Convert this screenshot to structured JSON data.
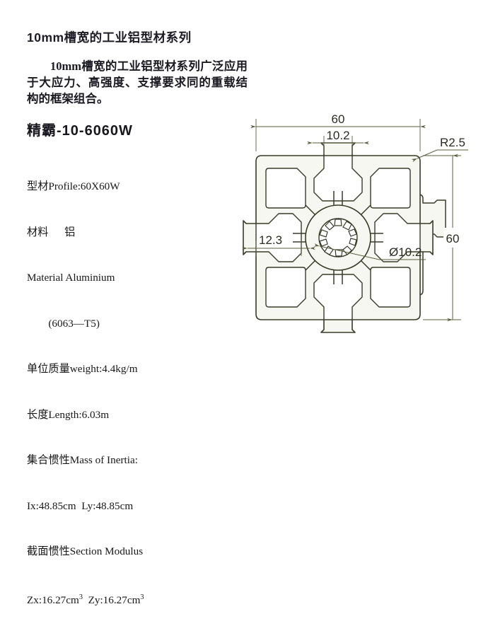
{
  "document": {
    "heading": "10mm槽宽的工业铝型材系列",
    "intro": "10mm槽宽的工业铝型材系列广泛应用于大应力、高强度、支撑要求同的重载结构的框架组合。",
    "model": "精霸-10-6060W"
  },
  "specs": {
    "lines": [
      "型材Profile:60X60W",
      "材料      铝",
      "Material Aluminium",
      "        (6063—T5)",
      "单位质量weight:4.4kg/m",
      "长度Length:6.03m",
      "集合惯性Mass of Inertia:",
      "Ix:48.85cm  Ly:48.85cm",
      "截面惯性Section Modulus"
    ],
    "modulus_prefix_x": "Zx:16.27cm",
    "modulus_sup_x": "3",
    "modulus_gap": "  ",
    "modulus_prefix_y": "Zy:16.27cm",
    "modulus_sup_y": "3"
  },
  "drawing": {
    "title": "60x60 T-slot aluminium extrusion cross-section",
    "dimensions": {
      "width_top": "60",
      "slot_width_top": "10.2",
      "corner_radius": "R2.5",
      "slot_depth_left": "12.3",
      "center_bore": "Ø10.2",
      "height_right": "60"
    },
    "colors": {
      "outline": "#3a3a28",
      "fill": "#f7f7f1",
      "dimension_line": "#5d5d3f",
      "text": "#2b2b20"
    }
  }
}
